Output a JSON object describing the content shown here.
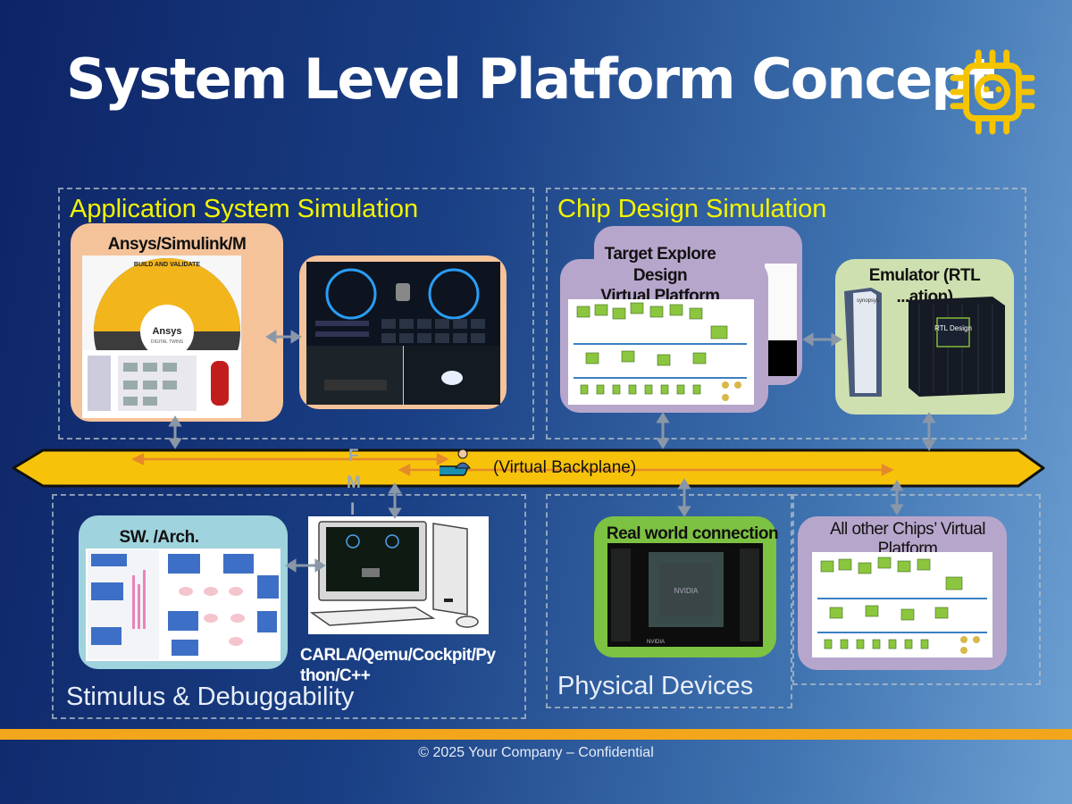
{
  "slide": {
    "title": "System Level Platform Concept",
    "footer": "© 2025 Your Company – Confidential"
  },
  "regions": {
    "application": "Application System Simulation",
    "chip": "Chip Design Simulation",
    "stimulus": "Stimulus & Debuggability",
    "physical": "Physical Devices"
  },
  "cards": {
    "ansys_label": "Ansys/Simulink/M",
    "target_label_l1": "Target Explore",
    "target_label_l2": "Design",
    "target_label_l3": "Virtual Platform",
    "emulator_label_l1": "Emulator (RTL",
    "emulator_label_l2": "...ation)",
    "sw_label": "SW. /Arch.",
    "real_world_label": "Real world connection",
    "other_chips_label_l1": "All other Chips’ Virtual",
    "other_chips_label_l2": "Platform",
    "carla_l1": "CARLA/Qemu/Cockpit/Py",
    "carla_l2": "thon/C++"
  },
  "image_text": {
    "build_validate": "BUILD AND VALIDATE",
    "ansys_brand": "Ansys",
    "digital_twins": "DIGITAL TWINS",
    "synopsys": "synopsys",
    "rtl_design": "RTL Design",
    "nvidia_chip": "NVIDIA",
    "nvidia_board": "NVIDIA"
  },
  "backplane": {
    "label": "(Virtual Backplane)",
    "fm_letters": [
      "F",
      "M",
      "I"
    ]
  },
  "colors": {
    "accent_yellow": "#f4f400",
    "bar_orange": "#f3a61c",
    "card_orange": "#f5c39a",
    "card_purple": "#b7a6cc",
    "card_green": "#cfe0b0",
    "card_teal": "#9fd3dd",
    "card_lime": "#7dc242"
  },
  "icons": {
    "logo": "chip-icon",
    "backplane": "person-at-computer-icon"
  }
}
